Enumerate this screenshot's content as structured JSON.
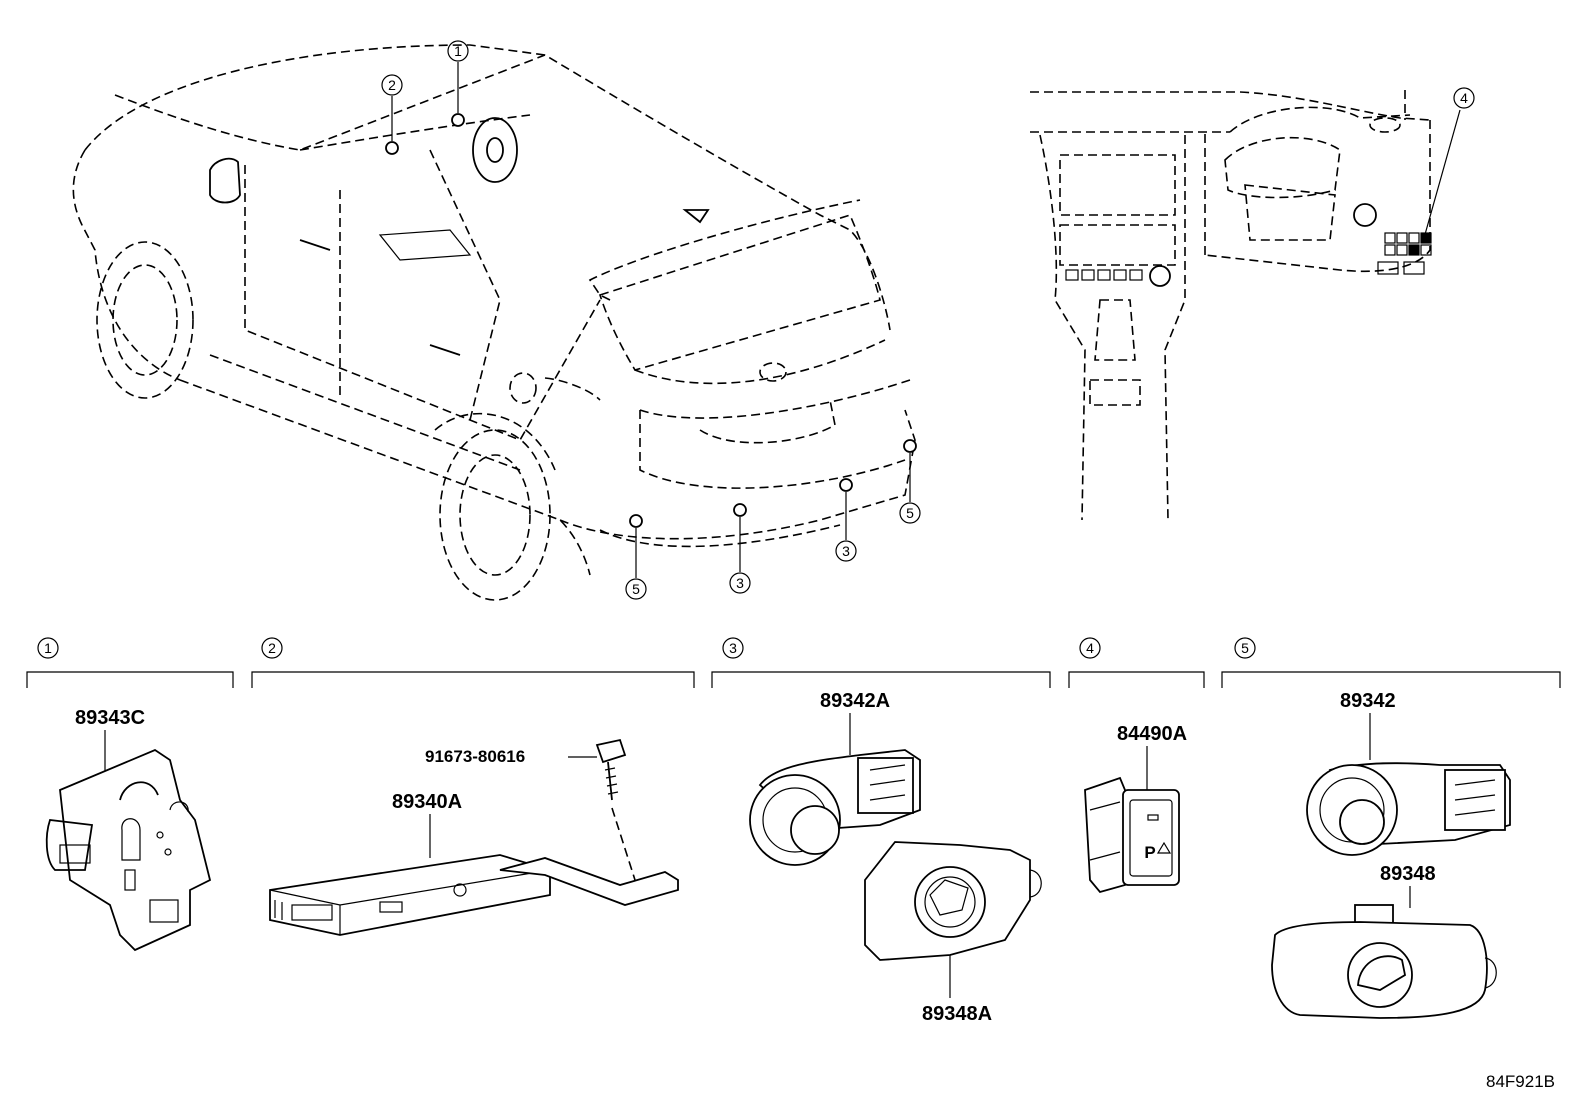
{
  "callouts": [
    "1",
    "2",
    "3",
    "4",
    "5"
  ],
  "sections": [
    {
      "number": "1",
      "parts": [
        "89343C"
      ]
    },
    {
      "number": "2",
      "parts": [
        "91673-80616",
        "89340A"
      ]
    },
    {
      "number": "3",
      "parts": [
        "89342A",
        "89348A"
      ]
    },
    {
      "number": "4",
      "parts": [
        "84490A"
      ]
    },
    {
      "number": "5",
      "parts": [
        "89342",
        "89348"
      ]
    }
  ],
  "switch_symbol": "P",
  "drawing_ref": "84F921B"
}
